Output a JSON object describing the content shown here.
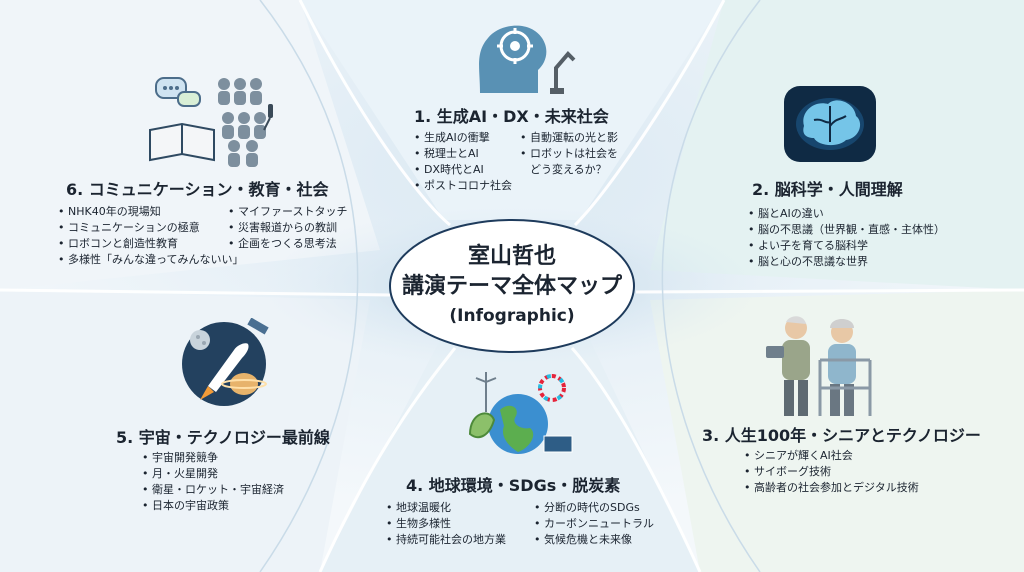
{
  "center": {
    "name": "室山哲也",
    "title": "講演テーマ全体マップ",
    "subtitle": "(Infographic)"
  },
  "sections": [
    {
      "title": "1. 生成AI・DX・未来社会",
      "items_left": [
        "生成AIの衝撃",
        "税理士とAI",
        "DX時代とAI",
        "ポストコロナ社会"
      ],
      "items_right": [
        "自動運転の光と影",
        "ロボットは社会を",
        "どう変えるか？"
      ]
    },
    {
      "title": "2. 脳科学・人間理解",
      "items": [
        "脳とAIの違い",
        "脳の不思議（世界観・直感・主体性）",
        "よい子を育てる脳科学",
        "脳と心の不思議な世界"
      ]
    },
    {
      "title": "3. 人生100年・シニアとテクノロジー",
      "items": [
        "シニアが輝くAI社会",
        "サイボーグ技術",
        "高齢者の社会参加とデジタル技術"
      ]
    },
    {
      "title": "4. 地球環境・SDGs・脱炭素",
      "items_left": [
        "地球温暖化",
        "生物多様性",
        "持続可能社会の地方業"
      ],
      "items_right": [
        "分断の時代のSDGs",
        "カーボンニュートラル",
        "気候危機と未来像"
      ]
    },
    {
      "title": "5. 宇宙・テクノロジー最前線",
      "items": [
        "宇宙開発競争",
        "月・火星開発",
        "衛星・ロケット・宇宙経済",
        "日本の宇宙政策"
      ]
    },
    {
      "title": "6. コミュニケーション・教育・社会",
      "items_left": [
        "NHK40年の現場知",
        "コミュニケーションの極意",
        "ロボコンと創造性教育",
        "多様性「みんな違ってみんないい」"
      ],
      "items_right": [
        "マイファーストタッチ",
        "災害報道からの教訓",
        "企画をつくる思考法"
      ]
    }
  ],
  "icons": [
    "ai-brain-gear-icon",
    "glowing-brain-icon",
    "senior-couple-icon",
    "earth-sdgs-icon",
    "rocket-space-icon",
    "education-community-icon"
  ]
}
